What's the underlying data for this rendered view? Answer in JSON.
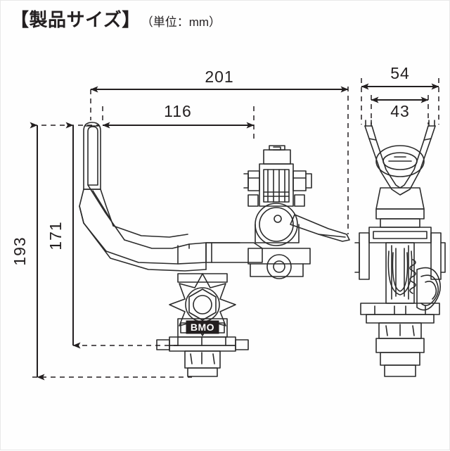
{
  "heading": {
    "main": "【製品サイズ】",
    "sub": "（単位：mm）"
  },
  "product": {
    "brand_logo": "BMO",
    "unit": "mm",
    "views": [
      {
        "name": "side-view",
        "label": ""
      },
      {
        "name": "front-view",
        "label": ""
      }
    ]
  },
  "dimensions": {
    "overall_length": "201",
    "arm_length": "116",
    "overall_height": "193",
    "arm_height": "171",
    "overall_width": "54",
    "inner_width": "43"
  },
  "colors": {
    "background": "#ffffff",
    "ink": "#231f20",
    "line": "#2b2b2b",
    "border": "#e8e8e8"
  },
  "chart_data": {
    "type": "table",
    "title": "【製品サイズ】（単位：mm）",
    "categories": [
      "201",
      "116",
      "193",
      "171",
      "54",
      "43"
    ],
    "values": [
      201,
      116,
      193,
      171,
      54,
      43
    ],
    "xlabel": "",
    "ylabel": "mm"
  }
}
